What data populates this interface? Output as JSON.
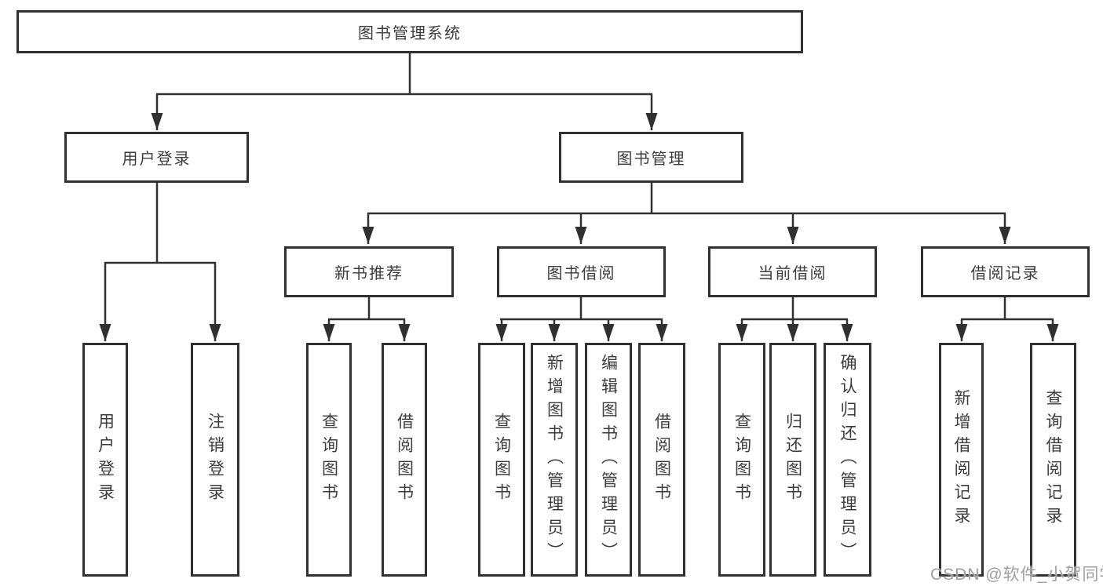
{
  "diagram": {
    "root": {
      "label": "图书管理系统"
    },
    "branches": [
      {
        "label": "用户登录",
        "children": [
          {
            "label": "用户登录"
          },
          {
            "label": "注销登录"
          }
        ]
      },
      {
        "label": "图书管理",
        "children": [
          {
            "label": "新书推荐",
            "children": [
              {
                "label": "查询图书"
              },
              {
                "label": "借阅图书"
              }
            ]
          },
          {
            "label": "图书借阅",
            "children": [
              {
                "label": "查询图书"
              },
              {
                "label": "新增图书（管理员）"
              },
              {
                "label": "编辑图书（管理员）"
              },
              {
                "label": "借阅图书"
              }
            ]
          },
          {
            "label": "当前借阅",
            "children": [
              {
                "label": "查询图书"
              },
              {
                "label": "归还图书"
              },
              {
                "label": "确认归还（管理员）"
              }
            ]
          },
          {
            "label": "借阅记录",
            "children": [
              {
                "label": "新增借阅记录"
              },
              {
                "label": "查询借阅记录"
              }
            ]
          }
        ]
      }
    ]
  },
  "watermark": {
    "text": "CSDN @软件_小贺同学"
  },
  "colors": {
    "line": "#303030",
    "box_border": "#303030",
    "text": "#3c3c3c",
    "watermark": "#9f9f9f",
    "background": "#ffffff"
  }
}
